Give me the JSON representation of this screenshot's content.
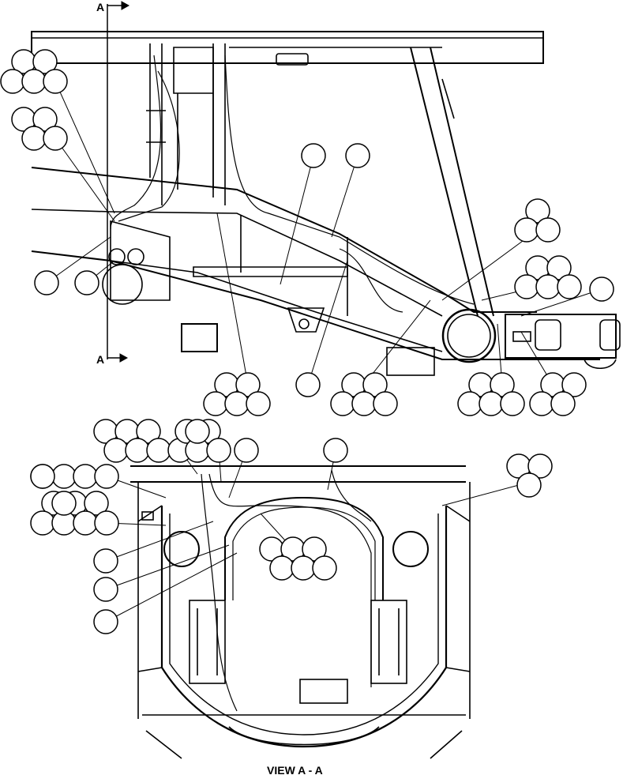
{
  "section_marker": {
    "top_label": "A",
    "bottom_label": "A"
  },
  "view_caption": "VIEW A - A",
  "callout_groups": [
    {
      "group": "top-left-1",
      "count": 5
    },
    {
      "group": "top-left-2",
      "count": 4
    },
    {
      "group": "left-side",
      "count": 2
    },
    {
      "group": "center-upper",
      "count": 2
    },
    {
      "group": "right-upper",
      "count": 3
    },
    {
      "group": "right-mid",
      "count": 5
    },
    {
      "group": "right-single",
      "count": 1
    },
    {
      "group": "bottom-row-a",
      "count": 5
    },
    {
      "group": "bottom-row-b",
      "count": 1
    },
    {
      "group": "bottom-row-c",
      "count": 5
    },
    {
      "group": "bottom-row-d",
      "count": 5
    },
    {
      "group": "bottom-row-e",
      "count": 4
    },
    {
      "group": "view-top-left",
      "count": 7
    },
    {
      "group": "view-top-mid",
      "count": 5
    },
    {
      "group": "view-top-single-1",
      "count": 1
    },
    {
      "group": "view-top-single-2",
      "count": 1
    },
    {
      "group": "view-left-rows",
      "count": 13
    },
    {
      "group": "view-left-singles",
      "count": 3
    },
    {
      "group": "view-center",
      "count": 6
    },
    {
      "group": "view-right",
      "count": 3
    }
  ]
}
